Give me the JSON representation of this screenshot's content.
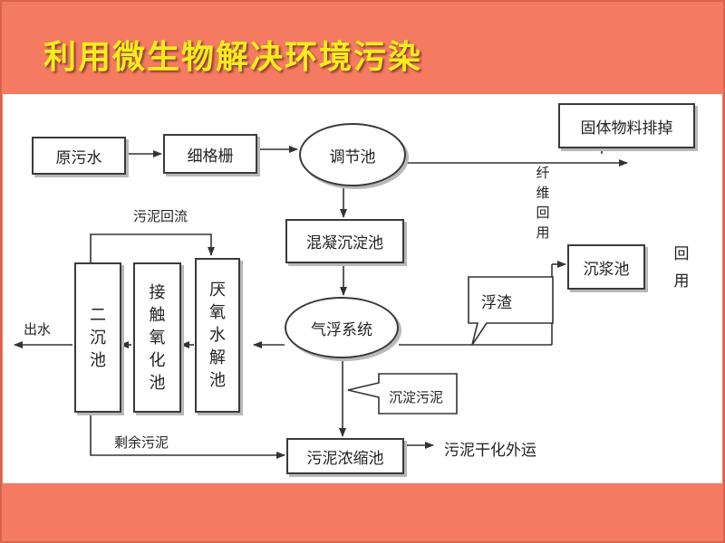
{
  "slide": {
    "title": "利用微生物解决环境污染"
  },
  "diagram": {
    "nodes": {
      "raw_water": "原污水",
      "grille": "细格栅",
      "regulating_tank": "调节池",
      "coagulation_tank": "混凝沉淀池",
      "air_flotation": "气浮系统",
      "anaerobic_tank": "厌氧水解池",
      "contact_oxidation_tank": "接触氧化池",
      "secondary_settling_tank": "二沉池",
      "sludge_thickener": "污泥浓缩池",
      "solids_discharge": "固体物料排掉",
      "pulp_tank": "沉浆池",
      "scum": "浮渣",
      "settled_sludge": "沉淀污泥"
    },
    "labels": {
      "sludge_return": "污泥回流",
      "effluent": "出水",
      "excess_sludge": "剩余污泥",
      "sludge_drying": "污泥干化外运",
      "fiber_reuse": "纤维回用",
      "reuse": "回用"
    }
  }
}
